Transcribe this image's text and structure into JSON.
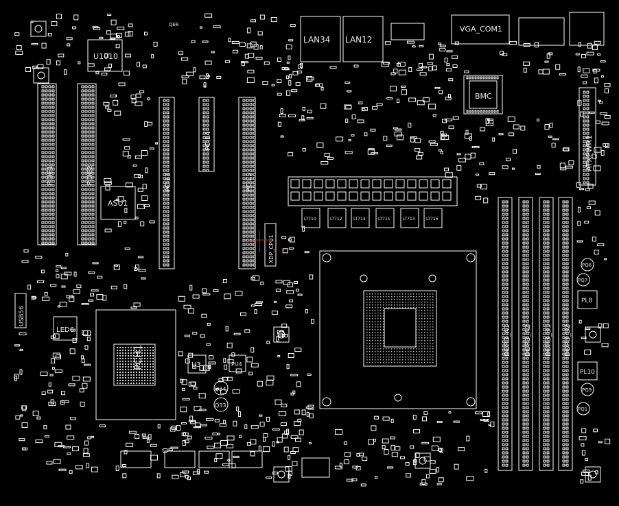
{
  "board": {
    "background": "#000000",
    "trace_color": "#ffffff",
    "accent_color": "#cc2222",
    "labels": {
      "u1010": "U1010",
      "asu1": "ASU1",
      "lan34": "LAN34",
      "lan12": "LAN12",
      "vga_com1": "VGA_COM1",
      "bmc": "BMC",
      "atxpwr": "ATXPWR1",
      "led6": "LED6",
      "u3": "U3",
      "q34": "Q34",
      "q33": "Q33",
      "pu4": "PU4",
      "pl8": "PL8",
      "pl10": "PL10",
      "pq6": "PQ6",
      "pq9": "PQ9",
      "pq1": "PQ1",
      "pq7": "PQ7",
      "qe8": "QE8",
      "pch1": "PCH1",
      "pcie1": "PCIE1",
      "pcie2": "PCIE2",
      "pcie3": "PCIE3",
      "pcie4": "PCIE4",
      "pcie5": "PCIE5",
      "dimm_a1": "DDR3_A1",
      "dimm_a2": "DDR3_A2",
      "dimm_b1": "DDR3_B1",
      "dimm_b2": "DDR3_B2",
      "xdp": "XDP_CPU1",
      "usb": "USB56",
      "lt": [
        "LT710",
        "LT712",
        "LT714",
        "LT711",
        "LT713",
        "LT716"
      ]
    }
  }
}
